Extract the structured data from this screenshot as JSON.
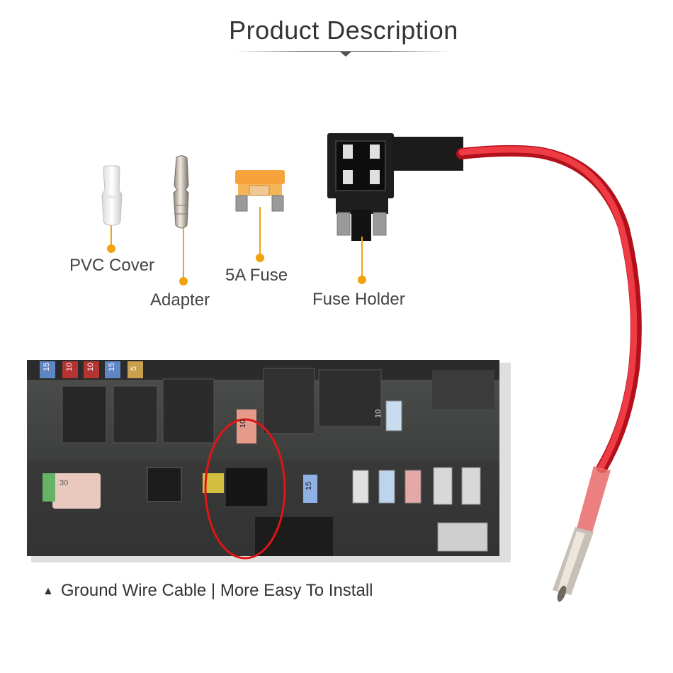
{
  "header": {
    "title": "Product Description"
  },
  "parts": {
    "pvc_cover": "PVC Cover",
    "adapter": "Adapter",
    "fuse": "5A Fuse",
    "fuse_holder": "Fuse Holder"
  },
  "photo": {
    "fuse_labels": [
      "15",
      "10",
      "10",
      "15",
      "5",
      "10",
      "10",
      "30",
      "15"
    ]
  },
  "footer": {
    "bullet_icon": "triangle-up",
    "tagline": "Ground Wire Cable | More Easy To Install"
  },
  "colors": {
    "accent": "#f2a20c",
    "wire": "#e8232d",
    "highlight_circle": "#e01515",
    "fuse_orange": "#f5a33a"
  }
}
